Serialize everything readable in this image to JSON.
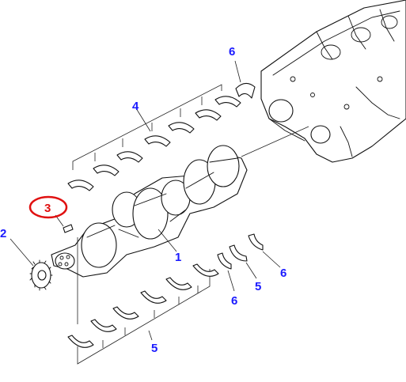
{
  "colors": {
    "line": "#111111",
    "callout_blue": "#1a1aff",
    "callout_red": "#e01010",
    "highlight_ring": "#e01010"
  },
  "callouts": {
    "crankshaft": "1",
    "gear": "2",
    "key": "3",
    "upper_bearings": "4",
    "lower_bearings": "5",
    "lower_bearing_single": "5",
    "thrust_washer_a": "6",
    "thrust_washer_b": "6",
    "thrust_washer_upper": "6"
  }
}
